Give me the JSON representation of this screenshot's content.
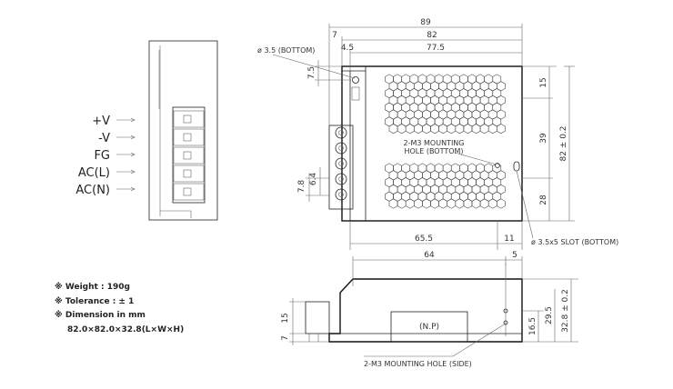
{
  "terminals": [
    "+V",
    "-V",
    "FG",
    "AC(L)",
    "AC(N)"
  ],
  "top_view": {
    "dims": {
      "overall_width": "89",
      "body_width": "82",
      "inner_width": "77.5",
      "offset_7": "7",
      "offset_4_5": "4.5",
      "left_7_5": "7.5",
      "term_7_8": "7.8",
      "term_6_4": "6.4",
      "right_15": "15",
      "right_39": "39",
      "right_28": "28",
      "overall_height": "82 ± 0.2",
      "bottom_65_5": "65.5",
      "bottom_11": "11"
    },
    "notes": {
      "hole_bottom": "ø 3.5 (BOTTOM)",
      "mounting_line1": "2-M3 MOUNTING",
      "mounting_line2": "HOLE (BOTTOM)",
      "slot_bottom": "ø 3.5x5 SLOT (BOTTOM)"
    }
  },
  "side_view": {
    "dims": {
      "width_64": "64",
      "offset_5": "5",
      "left_15": "15",
      "left_7": "7",
      "right_16_5": "16.5",
      "right_29_5": "29.5",
      "overall_height": "32.8 ± 0.2"
    },
    "label": "(N.P)",
    "note": "2-M3 MOUNTING HOLE (SIDE)"
  },
  "specs": {
    "weight": "※ Weight : 190g",
    "tolerance": "※ Tolerance : ± 1",
    "dimension": "※ Dimension in mm",
    "size": "82.0×82.0×32.8(L×W×H)"
  }
}
